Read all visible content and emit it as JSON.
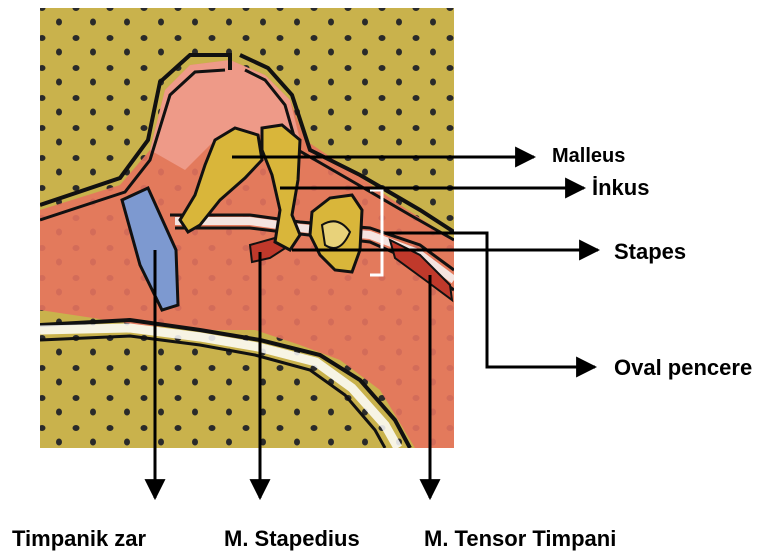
{
  "labels": {
    "malleus": "Malleus",
    "inkus": "İnkus",
    "stapes": "Stapes",
    "oval_pencere": "Oval pencere",
    "timpanik_zar": "Timpanik zar",
    "m_stapedius": "M. Stapedius",
    "m_tensor_timpani": "M. Tensor Timpani"
  },
  "colors": {
    "bone_yellow": "#c9b24c",
    "tissue_red": "#e5735e",
    "membrane_blue": "#7d99d0",
    "ossicle_yellow": "#d9b63a",
    "outline": "#111111",
    "arrow": "#000000"
  }
}
